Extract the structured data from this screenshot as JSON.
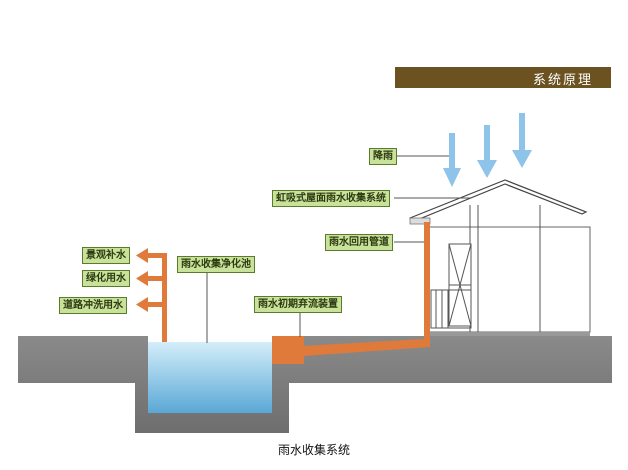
{
  "header": {
    "title": "系统原理"
  },
  "labels": {
    "rain": "降雨",
    "siphon": "虹吸式屋面雨水收集系统",
    "return_pipe": "雨水回用管道",
    "pool": "雨水收集净化池",
    "initial_flow": "雨水初期弃流装置",
    "landscape": "景观补水",
    "greening": "绿化用水",
    "road": "道路冲洗用水"
  },
  "caption": "雨水收集系统",
  "colors": {
    "title_bg": "#6b5220",
    "label_bg": "#c9e29a",
    "label_border": "#5a7a2e",
    "pipe": "#e07a3a",
    "rain_arrow": "#8ec3ea",
    "ground": "#7d7d7d",
    "water_top": "#bfe3f5",
    "water_bottom": "#5aa8d6"
  }
}
